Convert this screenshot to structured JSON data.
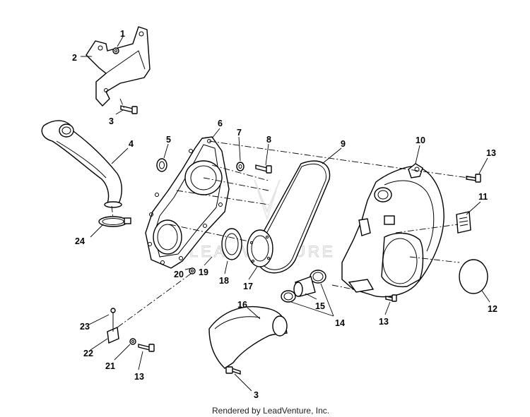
{
  "diagram": {
    "callouts": [
      {
        "id": "c1",
        "text": "1"
      },
      {
        "id": "c2",
        "text": "2"
      },
      {
        "id": "c3a",
        "text": "3"
      },
      {
        "id": "c4",
        "text": "4"
      },
      {
        "id": "c5",
        "text": "5"
      },
      {
        "id": "c6",
        "text": "6"
      },
      {
        "id": "c7",
        "text": "7"
      },
      {
        "id": "c8",
        "text": "8"
      },
      {
        "id": "c9",
        "text": "9"
      },
      {
        "id": "c10",
        "text": "10"
      },
      {
        "id": "c11",
        "text": "11"
      },
      {
        "id": "c12",
        "text": "12"
      },
      {
        "id": "c13a",
        "text": "13"
      },
      {
        "id": "c13b",
        "text": "13"
      },
      {
        "id": "c13c",
        "text": "13"
      },
      {
        "id": "c14",
        "text": "14"
      },
      {
        "id": "c15",
        "text": "15"
      },
      {
        "id": "c16",
        "text": "16"
      },
      {
        "id": "c17",
        "text": "17"
      },
      {
        "id": "c18",
        "text": "18"
      },
      {
        "id": "c19",
        "text": "19"
      },
      {
        "id": "c20",
        "text": "20"
      },
      {
        "id": "c21",
        "text": "21"
      },
      {
        "id": "c22",
        "text": "22"
      },
      {
        "id": "c23",
        "text": "23"
      },
      {
        "id": "c24",
        "text": "24"
      },
      {
        "id": "c3b",
        "text": "3"
      }
    ],
    "watermark": "LEADVENTURE",
    "footer": "Rendered by LeadVenture, Inc."
  }
}
